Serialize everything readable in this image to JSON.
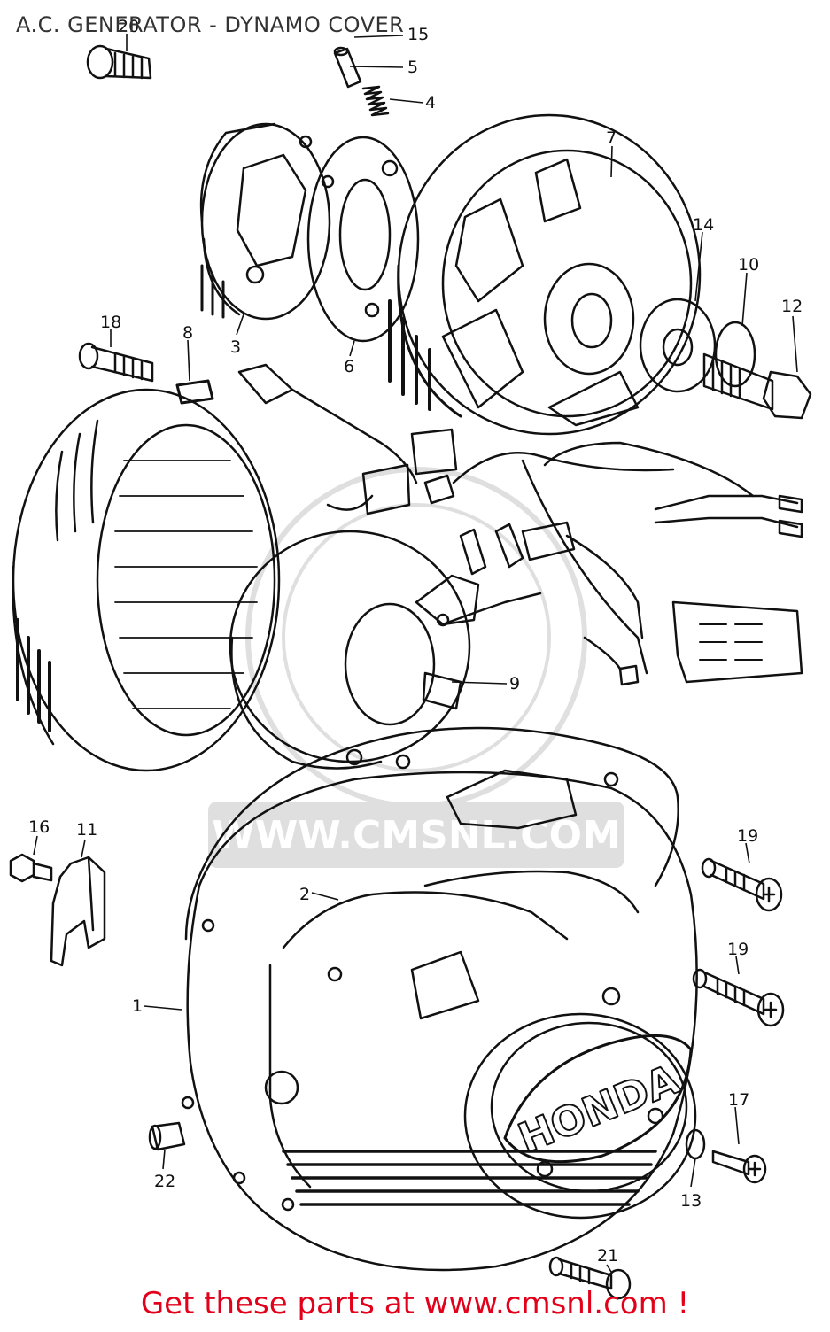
{
  "title": "A.C. GENERATOR - DYNAMO COVER",
  "footer": "Get these parts at www.cmsnl.com !",
  "cover_logo": "HONDA",
  "watermark": "WWW.CMSNL.COM",
  "colors": {
    "footer": "#e2001a",
    "line": "#111111",
    "title": "#333333"
  },
  "callouts": [
    {
      "id": "c1",
      "label": "1"
    },
    {
      "id": "c2",
      "label": "2"
    },
    {
      "id": "c3",
      "label": "3"
    },
    {
      "id": "c4",
      "label": "4"
    },
    {
      "id": "c5",
      "label": "5"
    },
    {
      "id": "c6",
      "label": "6"
    },
    {
      "id": "c7",
      "label": "7"
    },
    {
      "id": "c8",
      "label": "8"
    },
    {
      "id": "c9",
      "label": "9"
    },
    {
      "id": "c10",
      "label": "10"
    },
    {
      "id": "c11",
      "label": "11"
    },
    {
      "id": "c12",
      "label": "12"
    },
    {
      "id": "c13",
      "label": "13"
    },
    {
      "id": "c14",
      "label": "14"
    },
    {
      "id": "c15",
      "label": "15"
    },
    {
      "id": "c16",
      "label": "16"
    },
    {
      "id": "c17",
      "label": "17"
    },
    {
      "id": "c18",
      "label": "18"
    },
    {
      "id": "c19a",
      "label": "19"
    },
    {
      "id": "c19b",
      "label": "19"
    },
    {
      "id": "c20",
      "label": "20"
    },
    {
      "id": "c21",
      "label": "21"
    },
    {
      "id": "c22",
      "label": "22"
    }
  ]
}
